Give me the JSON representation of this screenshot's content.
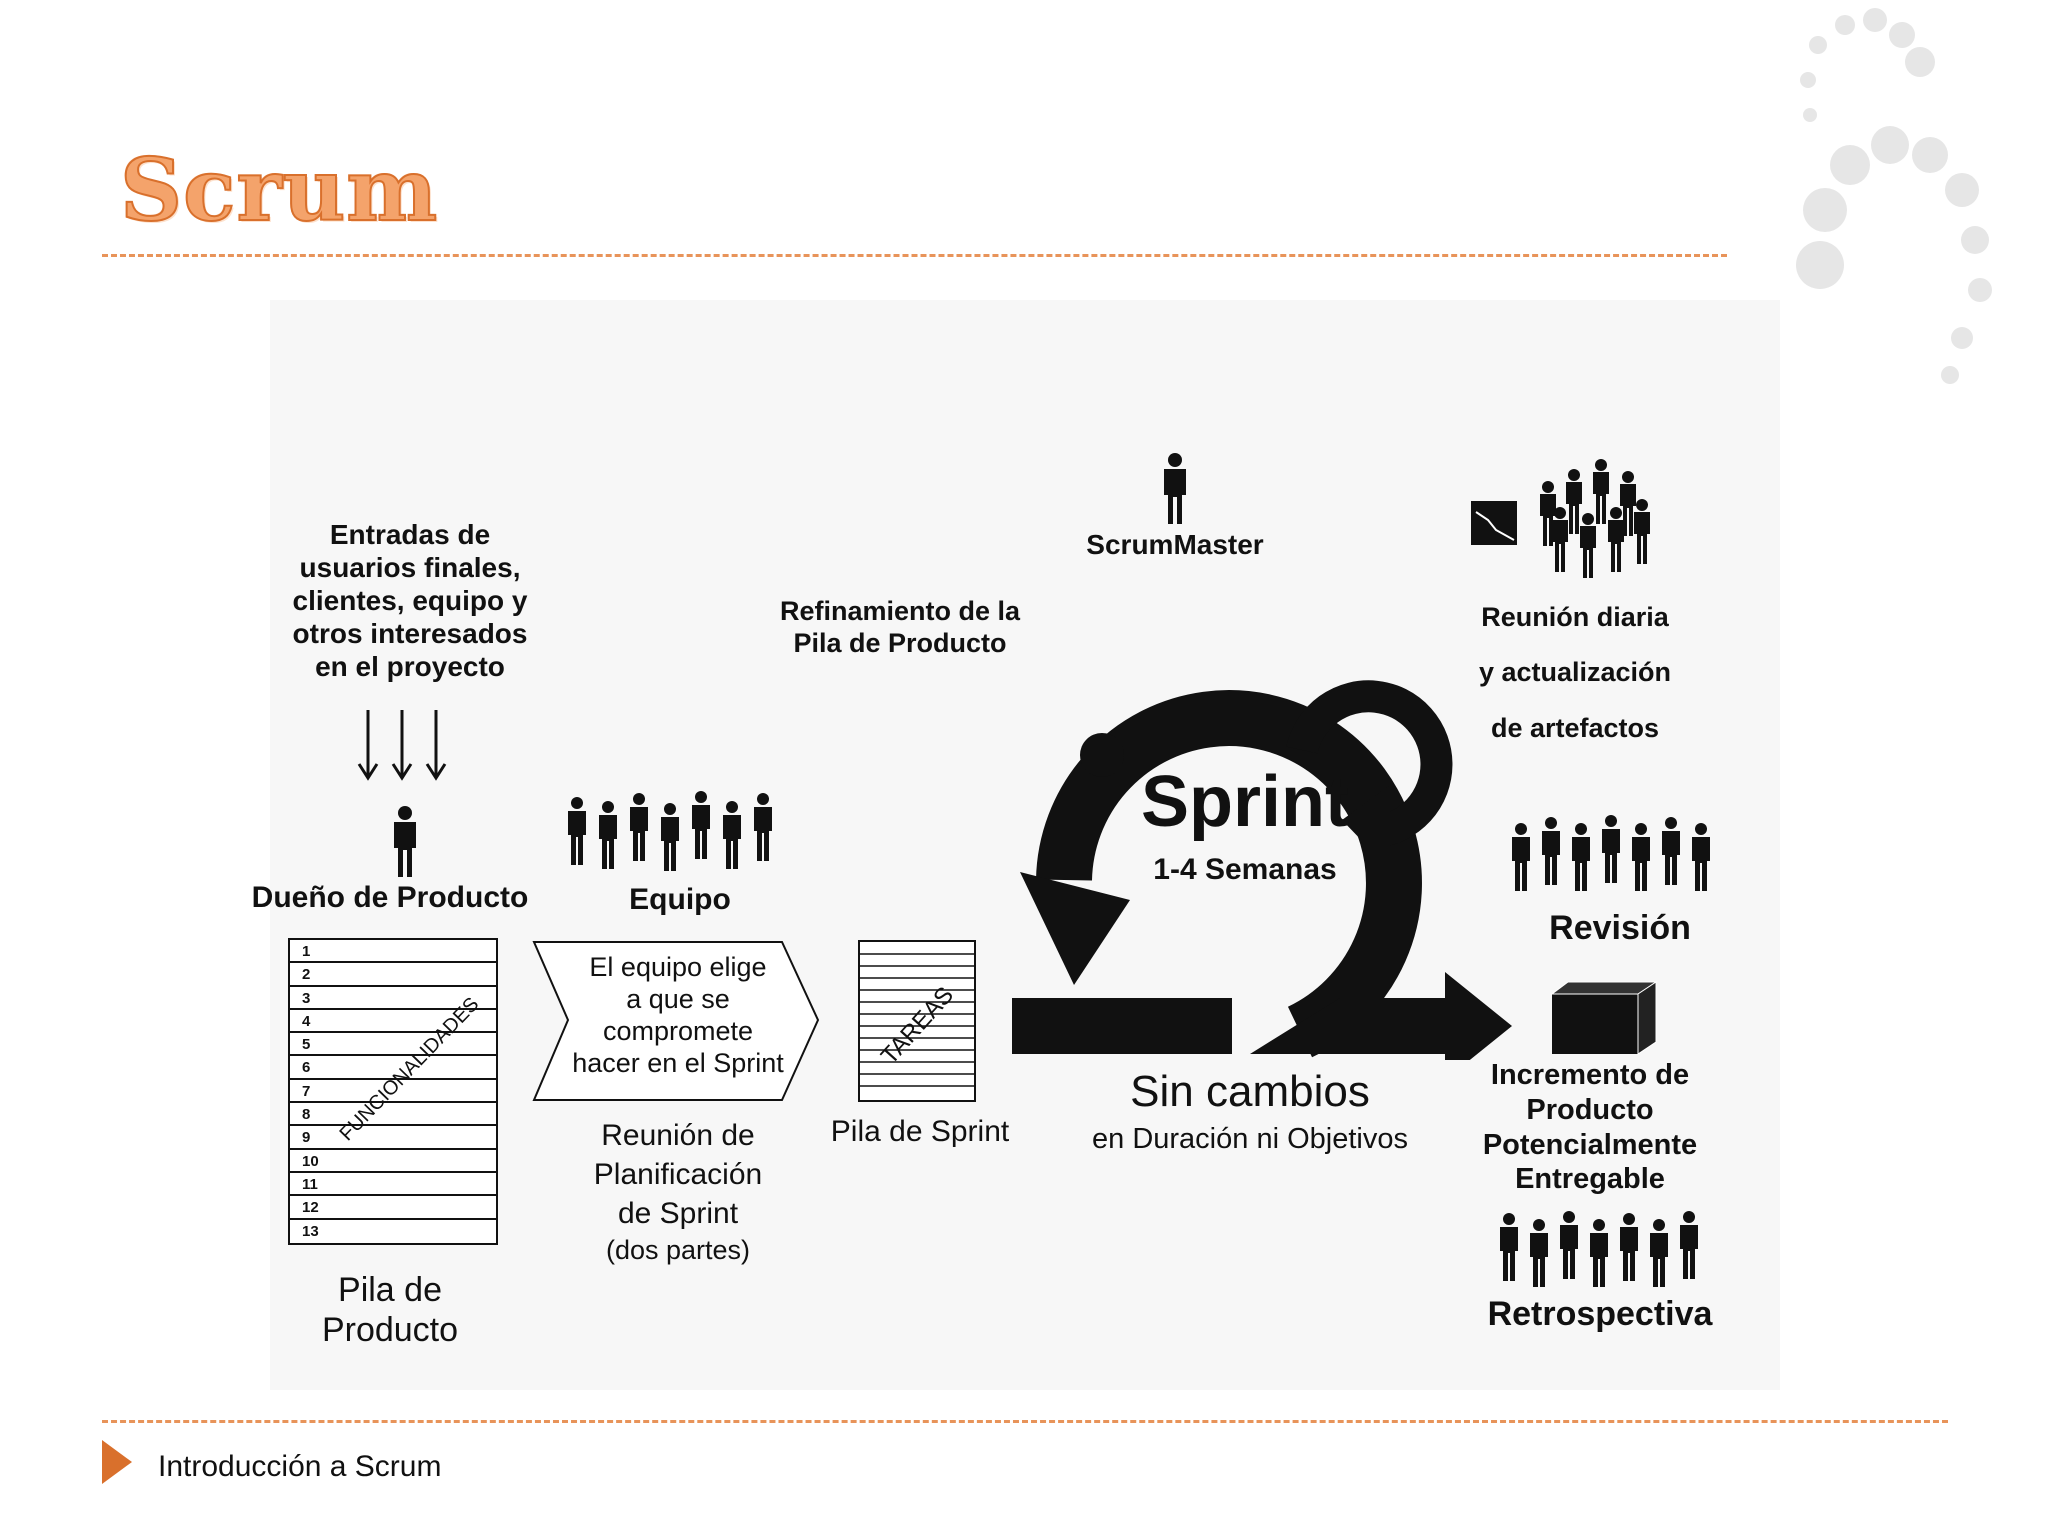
{
  "slide": {
    "title": "Scrum",
    "footer": "Introducción a Scrum"
  },
  "diagram": {
    "inputs_label": [
      "Entradas de",
      "usuarios finales,",
      "clientes, equipo y",
      "otros interesados",
      "en el proyecto"
    ],
    "product_owner": "Dueño de Producto",
    "team": "Equipo",
    "product_backlog": [
      "Pila de",
      "Producto"
    ],
    "backlog_rows": [
      "1",
      "2",
      "3",
      "4",
      "5",
      "6",
      "7",
      "8",
      "9",
      "10",
      "11",
      "12",
      "13"
    ],
    "backlog_diagonal": "FUNCIONALIDADES",
    "team_commit": [
      "El equipo elige",
      "a que se",
      "compromete",
      "hacer en el Sprint"
    ],
    "planning_meeting": [
      "Reunión de",
      "Planificación",
      "de Sprint",
      "(dos partes)"
    ],
    "sprint_backlog": "Pila de Sprint",
    "tasks_diagonal": "TAREAS",
    "refinement": [
      "Refinamiento de la",
      "Pila de Producto"
    ],
    "scrum_master": "ScrumMaster",
    "sprint_title": "Sprint",
    "sprint_duration": "1-4 Semanas",
    "daily_meeting": [
      "Reunión diaria",
      "y actualización",
      "de artefactos"
    ],
    "review": "Revisión",
    "no_changes_title": "Sin cambios",
    "no_changes_sub": "en Duración ni Objetivos",
    "increment": [
      "Incremento de",
      "Producto",
      "Potencialmente",
      "Entregable"
    ],
    "retrospective": "Retrospectiva"
  },
  "colors": {
    "accent": "#d9702c",
    "title_fill": "#f4a36b",
    "ink": "#111111"
  },
  "icons": [
    "person-icon",
    "team-icon",
    "chart-icon",
    "box-icon",
    "play-triangle-icon"
  ]
}
